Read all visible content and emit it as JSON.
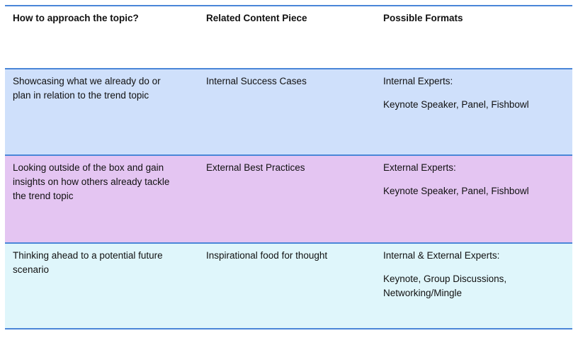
{
  "columns": [
    "How to approach the topic?",
    "Related Content Piece",
    "Possible Formats"
  ],
  "rows": [
    {
      "approach": [
        "Showcasing what we already do or",
        "plan in relation to the trend topic"
      ],
      "content_piece": "Internal Success Cases",
      "formats_heading": "Internal Experts:",
      "formats": [
        "Keynote Speaker, Panel, Fishbowl"
      ],
      "color": "#cfe0fb"
    },
    {
      "approach": [
        "Looking outside of the box and gain",
        "insights on how others already tackle",
        "the trend topic"
      ],
      "content_piece": "External Best Practices",
      "formats_heading": "External Experts:",
      "formats": [
        "Keynote Speaker, Panel, Fishbowl"
      ],
      "color": "#e4c5f2"
    },
    {
      "approach": [
        "Thinking ahead to a potential future",
        "scenario"
      ],
      "content_piece": "Inspirational food for thought",
      "formats_heading": "Internal & External Experts:",
      "formats": [
        "Keynote, Group Discussions,",
        "Networking/Mingle"
      ],
      "color": "#dff6fb"
    }
  ],
  "border_color": "#4a86d8"
}
